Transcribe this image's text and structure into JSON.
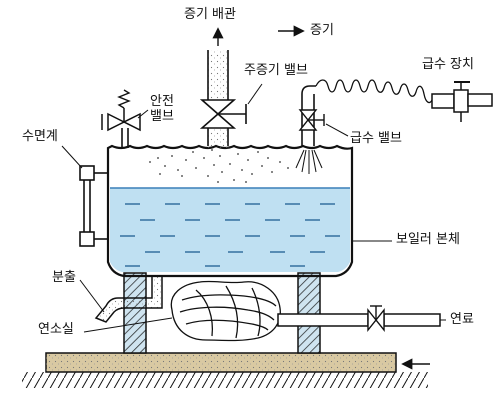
{
  "labels": {
    "steam_pipe": "증기 배관",
    "steam": "증기",
    "main_steam_valve": "주증기 밸브",
    "feedwater_device": "급수 장치",
    "safety_valve_line1": "안전",
    "safety_valve_line2": "밸브",
    "water_gauge": "수면계",
    "feedwater_valve": "급수 밸브",
    "boiler_body": "보일러 본체",
    "blowdown": "분출",
    "furnace": "연소실",
    "fuel": "연료"
  },
  "colors": {
    "water": "#bfe0f2",
    "water_line": "#3a7fb8",
    "stroke": "#111111",
    "foundation": "#d9c9a2",
    "pillar_fill": "#cfe4f0"
  },
  "icons": [
    "arrow-up-icon",
    "arrow-right-icon",
    "arrow-left-icon",
    "valve-icon",
    "spring-icon",
    "faucet-icon",
    "hatching-icon"
  ]
}
